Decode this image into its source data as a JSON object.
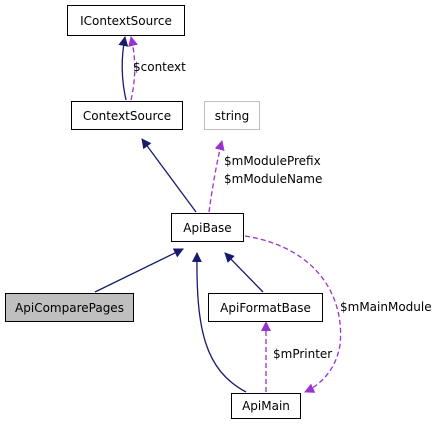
{
  "colors": {
    "inherit_edge": "#191970",
    "usage_edge": "#9a32cd",
    "highlight_fill": "#bfbfbf",
    "external_border": "#bfbfbf"
  },
  "nodes": {
    "icontextsource": "IContextSource",
    "contextsource": "ContextSource",
    "string": "string",
    "apibase": "ApiBase",
    "apicomparepages": "ApiComparePages",
    "apiformatbase": "ApiFormatBase",
    "apimain": "ApiMain"
  },
  "edge_labels": {
    "context": "$context",
    "module_prefix": "$mModulePrefix",
    "module_name": "$mModuleName",
    "main_module": "$mMainModule",
    "printer": "$mPrinter"
  }
}
